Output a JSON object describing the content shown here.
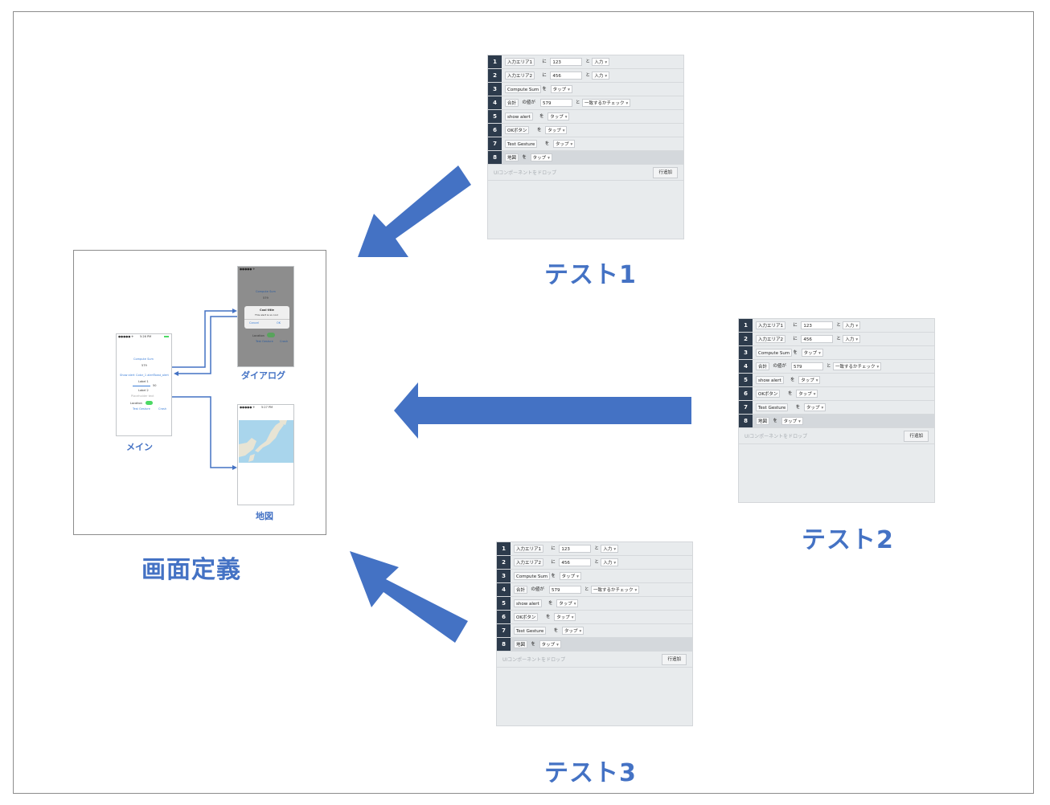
{
  "titles": {
    "screen_definition": "画面定義",
    "test1": "テスト1",
    "test2": "テスト2",
    "test3": "テスト3"
  },
  "screens": {
    "main_label": "メイン",
    "dialog_label": "ダイアログ",
    "map_label": "地図",
    "main": {
      "compute_sum": "Compute Sum",
      "sum_value": "579",
      "links": [
        "Show alert",
        "Color_1 alert",
        "Toast_alert"
      ],
      "label1": "Label 1",
      "label2": "Label 2",
      "placeholder": "Placeholder text",
      "location": "Location",
      "test_gesture": "Test Gesture",
      "crash": "Crash",
      "status_time": "5:26 PM"
    },
    "dialog": {
      "compute_sum": "Compute Sum",
      "sum_value": "579",
      "alert_title": "Cool title",
      "alert_message": "This alert is so cool",
      "cancel": "Cancel",
      "ok": "OK",
      "location": "Location",
      "test_gesture": "Test Gesture",
      "crash": "Crash"
    },
    "map": {
      "status_time": "5:27 PM"
    }
  },
  "test_panel": {
    "rows": [
      {
        "num": "1",
        "target": "入力エリア1",
        "particle": "に",
        "value": "123",
        "particle2": "と",
        "action": "入力"
      },
      {
        "num": "2",
        "target": "入力エリア2",
        "particle": "に",
        "value": "456",
        "particle2": "と",
        "action": "入力"
      },
      {
        "num": "3",
        "target": "Compute Sum",
        "particle": "を",
        "action": "タップ"
      },
      {
        "num": "4",
        "target": "合計",
        "particle": "の値が",
        "value": "579",
        "particle2": "と",
        "action": "一致するかチェック"
      },
      {
        "num": "5",
        "target": "show alert",
        "particle": "を",
        "action": "タップ"
      },
      {
        "num": "6",
        "target": "OKボタン",
        "particle": "を",
        "action": "タップ"
      },
      {
        "num": "7",
        "target": "Test Gesture",
        "particle": "を",
        "action": "タップ"
      },
      {
        "num": "8",
        "target": "地図",
        "particle": "を",
        "action": "タップ"
      }
    ],
    "drop_hint": "UIコンポーネントをドロップ",
    "add_row": "行追加"
  },
  "colors": {
    "accent": "#4472c4",
    "row_number_bg": "#2d3b4c",
    "panel_bg": "#e8ebed"
  }
}
